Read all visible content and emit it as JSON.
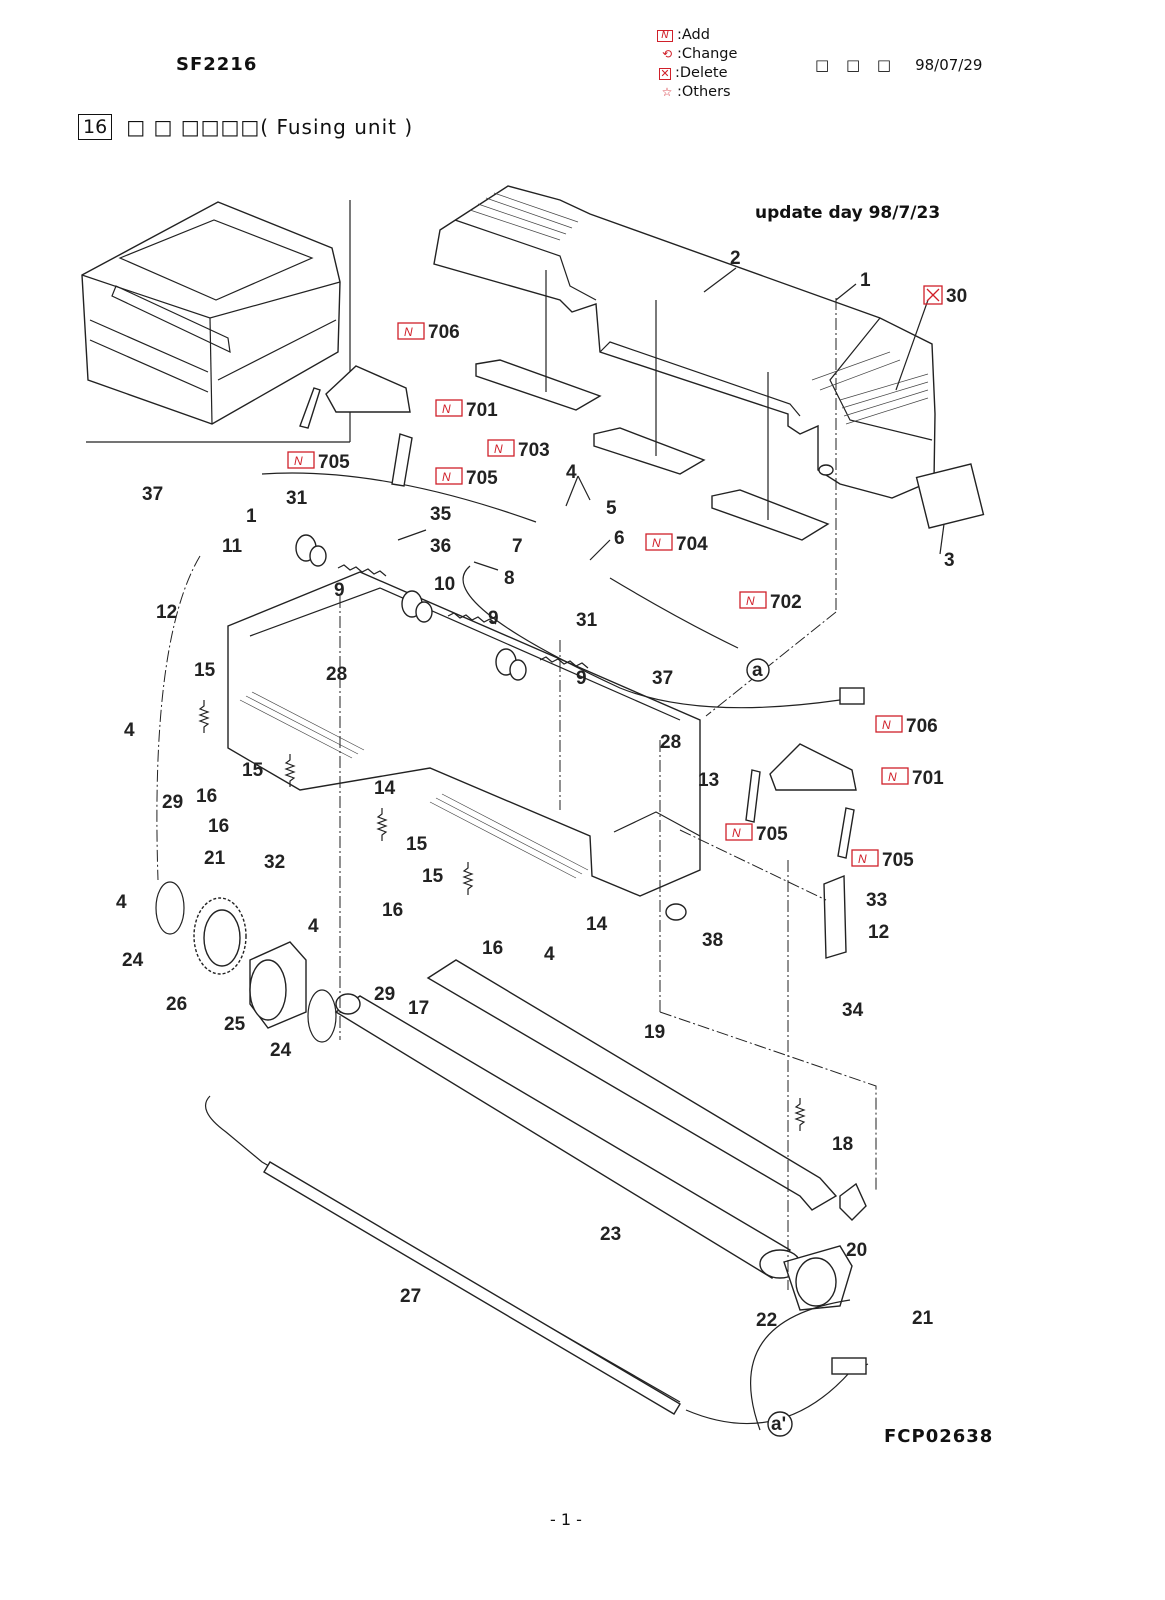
{
  "header": {
    "model": "SF2216",
    "legend": [
      {
        "icon": "new-badge-icon",
        "label": ":Add"
      },
      {
        "icon": "change-arrows-icon",
        "label": ":Change"
      },
      {
        "icon": "delete-box-icon",
        "label": ":Delete"
      },
      {
        "icon": "star-icon",
        "label": ":Others"
      }
    ],
    "date_label": "□ □ □",
    "date": "98/07/29",
    "section_number": "16",
    "section_title": "□ □ □□□□( Fusing unit )"
  },
  "diagram": {
    "update_note": "update day 98/7/23",
    "figure_code": "FCP02638",
    "new_parts": [
      "706",
      "701",
      "705",
      "703",
      "705",
      "704",
      "702",
      "706",
      "701",
      "705",
      "705"
    ],
    "deleted_parts": [
      "30"
    ],
    "part_numbers": [
      "1",
      "2",
      "3",
      "4",
      "5",
      "6",
      "7",
      "8",
      "9",
      "10",
      "11",
      "12",
      "13",
      "14",
      "15",
      "16",
      "17",
      "18",
      "19",
      "20",
      "21",
      "22",
      "23",
      "24",
      "25",
      "26",
      "27",
      "28",
      "29",
      "31",
      "32",
      "33",
      "34",
      "35",
      "36",
      "37",
      "38"
    ],
    "connectors": [
      "a",
      "a'"
    ],
    "colors": {
      "new_badge": "#d0202a",
      "line": "#222222"
    }
  },
  "footer": {
    "page": "- 1 -"
  }
}
